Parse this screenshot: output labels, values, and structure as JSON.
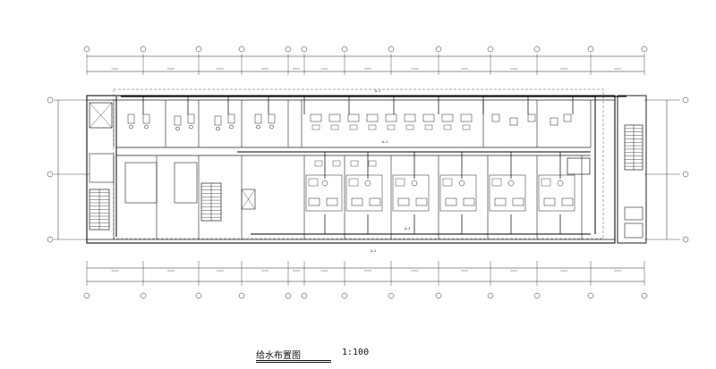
{
  "drawing": {
    "title": "给水布置图",
    "scale": "1:100"
  },
  "plan": {
    "stroke_color": "#222222",
    "pipe_color": "#000000",
    "dashed_color": "#555555",
    "labels": {
      "main_pipe": "JL-1",
      "corridor": "1L-1",
      "pipe_bottom": "JL-2",
      "room_tag": "JL-3"
    }
  }
}
